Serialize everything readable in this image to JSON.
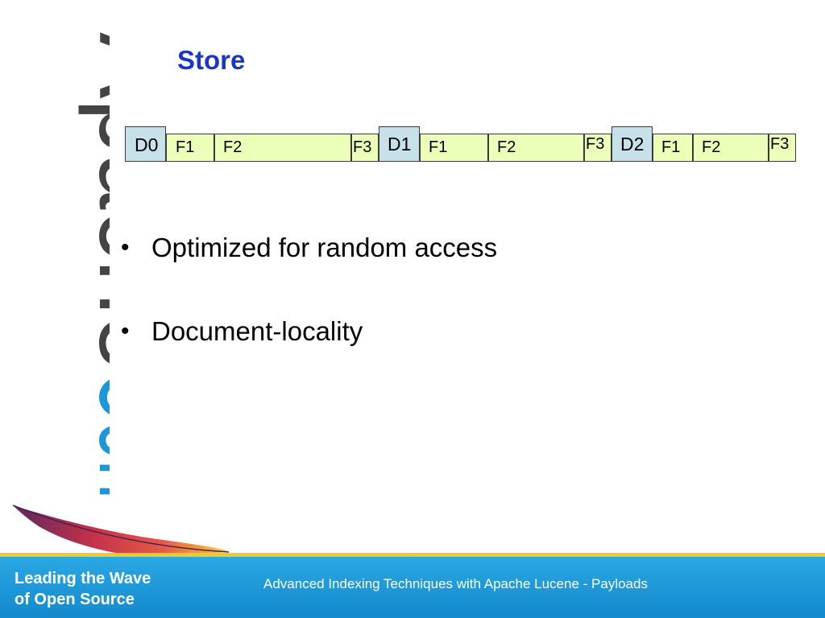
{
  "slide": {
    "title": "Store",
    "logo_text_part1": "Apache",
    "logo_text_part2": "Con",
    "record_cells": [
      {
        "label": "D0",
        "kind": "doc"
      },
      {
        "label": "F1",
        "kind": "field"
      },
      {
        "label": "F2",
        "kind": "field"
      },
      {
        "label": "F3",
        "kind": "field"
      },
      {
        "label": "D1",
        "kind": "doc"
      },
      {
        "label": "F1",
        "kind": "field"
      },
      {
        "label": "F2",
        "kind": "field"
      },
      {
        "label": "F3",
        "kind": "field"
      },
      {
        "label": "D2",
        "kind": "doc"
      },
      {
        "label": "F1",
        "kind": "field"
      },
      {
        "label": "F2",
        "kind": "field"
      },
      {
        "label": "F3",
        "kind": "field"
      }
    ],
    "bullets": [
      "Optimized for random access",
      "Document-locality"
    ]
  },
  "footer": {
    "tagline_line1": "Leading the Wave",
    "tagline_line2": "of Open Source",
    "presentation_title": "Advanced Indexing Techniques with Apache Lucene - Payloads"
  },
  "colors": {
    "title": "#1a36c8",
    "logo_dark": "#444444",
    "logo_blue": "#1c97d8",
    "field_fill": "#ebffb8",
    "doc_fill": "#c6e1ea",
    "footer_bg": "#1a98d8",
    "footer_stripe": "#f0c832"
  }
}
